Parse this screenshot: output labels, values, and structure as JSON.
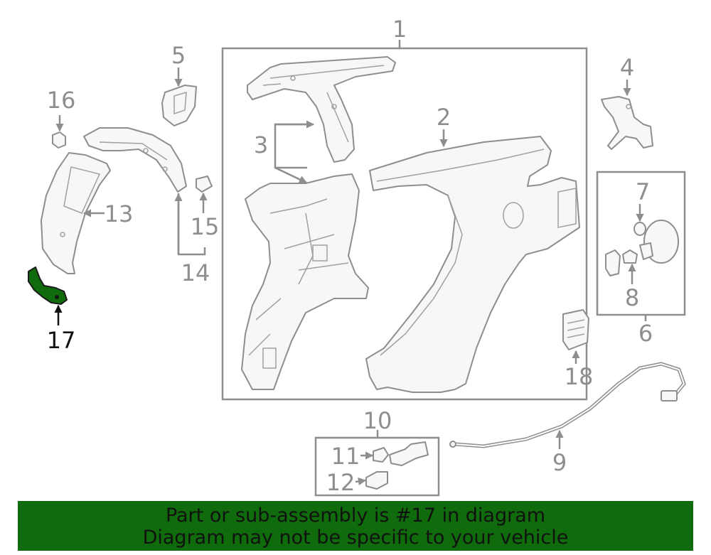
{
  "callouts": {
    "c1": "1",
    "c2": "2",
    "c3": "3",
    "c4": "4",
    "c5": "5",
    "c6": "6",
    "c7": "7",
    "c8": "8",
    "c9": "9",
    "c10": "10",
    "c11": "11",
    "c12": "12",
    "c13": "13",
    "c14": "14",
    "c15": "15",
    "c16": "16",
    "c17": "17",
    "c18": "18"
  },
  "highlight": {
    "part_number": "17",
    "color": "#0f6b0b"
  },
  "banner": {
    "line1": "Part or sub-assembly is #17 in diagram",
    "line2": "Diagram may not be specific to your vehicle",
    "background": "#0f6b0b"
  }
}
